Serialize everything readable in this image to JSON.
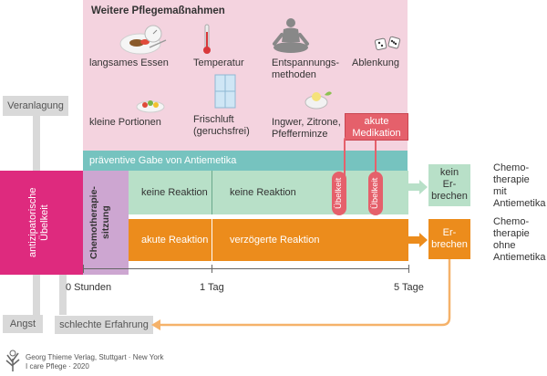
{
  "pflege": {
    "title": "Weitere Pflegemaßnahmen",
    "items": [
      "langsames Essen",
      "Temperatur",
      "Entspannungs-\nmethoden",
      "Ablenkung",
      "kleine Portionen",
      "Frischluft\n(geruchsfrei)",
      "Ingwer, Zitrone,\nPfefferminze"
    ],
    "akute_medikation": "akute\nMedikation"
  },
  "left": {
    "veranlagung": "Veranlagung",
    "antizipatorisch": "antizipatorische\nÜbelkeit",
    "angst": "Angst",
    "schlechte_erfahrung": "schlechte Erfahrung"
  },
  "rows": {
    "praeventiv": "präventive Gabe von Antiemetika",
    "chemo_sitzung": "Chemotherapie-\nsitzung",
    "keine_reaktion_1": "keine Reaktion",
    "keine_reaktion_2": "keine Reaktion",
    "akute_reaktion": "akute Reaktion",
    "verzoegerte_reaktion": "verzögerte Reaktion",
    "uebelkeit": "Übelkeit"
  },
  "outcomes": {
    "kein_erbrechen": "kein\nEr-\nbrechen",
    "erbrechen": "Er-\nbrechen",
    "mit": "Chemo-\ntherapie\nmit\nAntiemetika",
    "ohne": "Chemo-\ntherapie\nohne\nAntiemetika"
  },
  "axis": {
    "t0": "0 Stunden",
    "t1": "1 Tag",
    "t5": "5 Tage"
  },
  "credit": {
    "line1": "Georg Thieme Verlag, Stuttgart · New York",
    "line2": "I care Pflege · 2020"
  },
  "colors": {
    "pink_bg": "#f4d3df",
    "teal": "#76c3bf",
    "light_green": "#b8e0c8",
    "orange": "#ec8c1c",
    "magenta": "#de2a7e",
    "lilac": "#cda6d1",
    "red": "#e5606b",
    "grey": "#d9d9d9"
  }
}
